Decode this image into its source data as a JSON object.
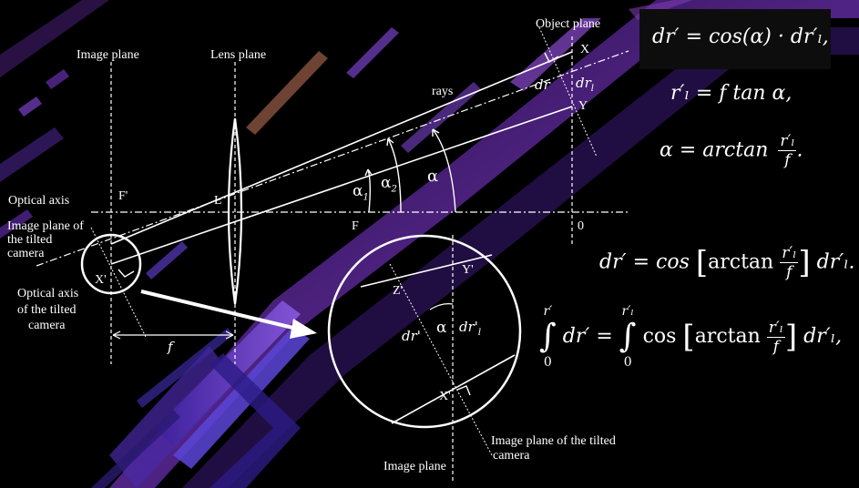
{
  "labels": {
    "image_plane_top": "Image plane",
    "lens_plane": "Lens plane",
    "object_plane": "Object plane",
    "rays": "rays",
    "optical_axis": "Optical axis",
    "image_plane_tilted_1": "Image plane of",
    "image_plane_tilted_2": "the tilted",
    "image_plane_tilted_3": "camera",
    "optical_axis_tilted_1": "Optical axis",
    "optical_axis_tilted_2": "of the tilted",
    "optical_axis_tilted_3": "camera",
    "image_plane_bottom": "Image plane",
    "image_plane_tilted_bottom_1": "Image plane of the tilted",
    "image_plane_tilted_bottom_2": "camera"
  },
  "symbols": {
    "F_prime": "F'",
    "L": "L",
    "F": "F",
    "zero": "0",
    "X_prime": "X'",
    "X": "X",
    "Y": "Y",
    "dr": "dr",
    "dr_l": "dr",
    "dr_l_sub": "l",
    "alpha": "α",
    "alpha_1": "α",
    "alpha_1_sub": "1",
    "alpha_2": "α",
    "alpha_2_sub": "2",
    "f": "f",
    "Y_prime": "Y'",
    "Z_prime": "Z'",
    "X_prime_zoom": "X'",
    "dr_prime": "dr'",
    "alpha_zoom": "α",
    "dr_l_prime": "dr'",
    "dr_l_prime_sub": "l"
  },
  "equations": {
    "eq1": "dr′ = cos(α) · dr′ₗ,",
    "eq2": "r′ₗ = f tan α,",
    "eq3_lhs": "α = arctan",
    "eq3_num": "r′ₗ",
    "eq3_den": "f",
    "eq4_lhs": "dr′ = cos",
    "eq4_arctan": "arctan",
    "eq4_num": "r′ₗ",
    "eq4_den": "f",
    "eq4_tail": "dr′ₗ.",
    "eq5_upper1": "r′",
    "eq5_lower1": "0",
    "eq5_mid": "dr′ =",
    "eq5_upper2": "r′ₗ",
    "eq5_lower2": "0",
    "eq5_cos": "cos",
    "eq5_arctan": "arctan",
    "eq5_num": "r′ₗ",
    "eq5_den": "f",
    "eq5_tail": "dr′ₗ,"
  },
  "colors": {
    "background": "#000000",
    "stroke": "#ffffff",
    "lens_fill": "#5a4cc8",
    "stripe_purple": "#7a3cb0",
    "stripe_violet": "#4b36c0",
    "stripe_brown": "#7a4a3a"
  }
}
